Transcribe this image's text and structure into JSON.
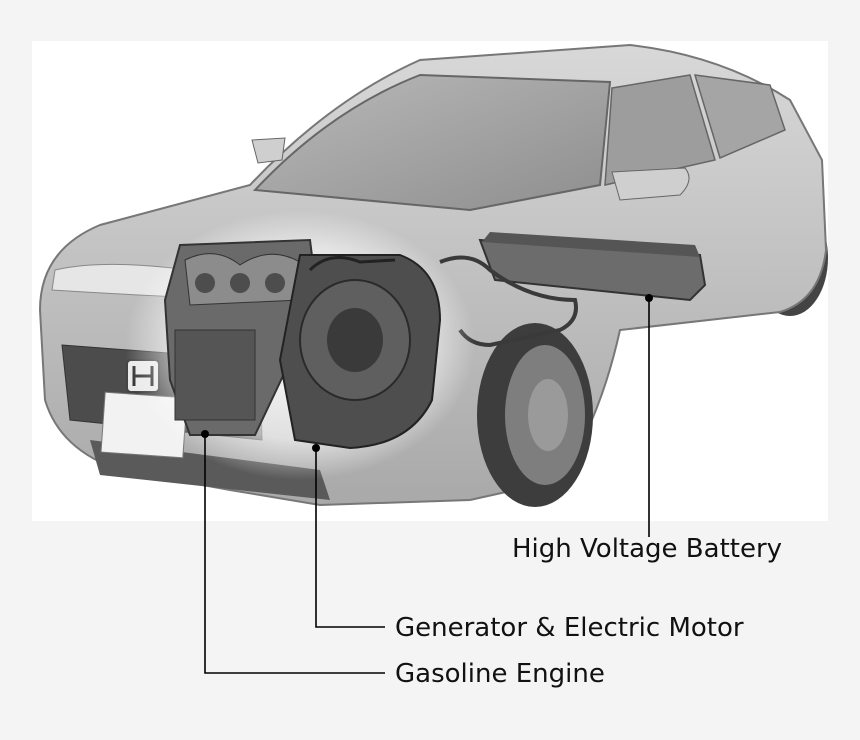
{
  "labels": {
    "battery": "High Voltage Battery",
    "generator": "Generator & Electric Motor",
    "engine": "Gasoline Engine"
  },
  "colors": {
    "page_background": "#f4f4f4",
    "photo_background": "#ffffff",
    "car_body": "#c9c9c9",
    "leader_line": "#000000"
  },
  "icons": [
    "honda-logo-icon"
  ]
}
